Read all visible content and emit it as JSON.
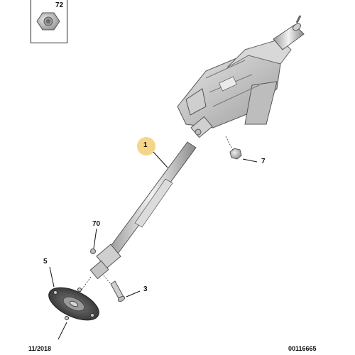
{
  "inset": {
    "part_number": "72"
  },
  "callouts": {
    "main": "1",
    "right_nut": "7",
    "small_bolt": "70",
    "flange": "5",
    "lower_bolt": "3"
  },
  "footer": {
    "date": "11/2018",
    "reference": "00116665"
  },
  "colors": {
    "highlight": "#f4d58a",
    "line": "#222222",
    "metal": "#c8c8c8"
  }
}
